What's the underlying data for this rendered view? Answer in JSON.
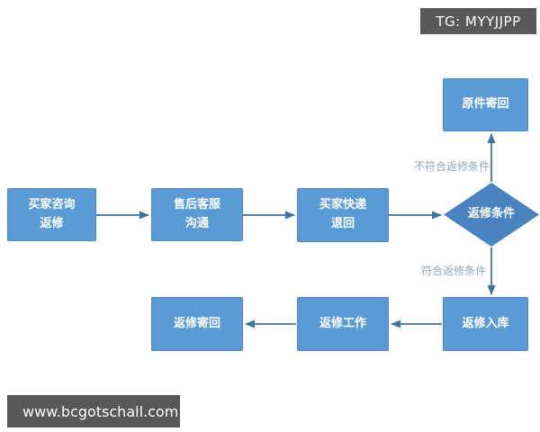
{
  "badges": {
    "telegram": "TG: MYYJJPP",
    "website": "www.bcgotschall.com"
  },
  "colors": {
    "process_fill": "#5B9BD5",
    "decision_fill": "#4A83C2",
    "arrow": "#41719C",
    "edge_label_text": "#8BA7BD",
    "node_text": "#FFFFFF",
    "badge_bg": "#58585A",
    "badge_text": "#FFFFFF"
  },
  "flowchart": {
    "nodes": [
      {
        "id": "buyer-inquiry",
        "type": "process",
        "label": "买家咨询\n返修"
      },
      {
        "id": "service-communication",
        "type": "process",
        "label": "售后客服\n沟通"
      },
      {
        "id": "express-return",
        "type": "process",
        "label": "买家快递\n退回"
      },
      {
        "id": "repair-condition",
        "type": "decision",
        "label": "返修条件"
      },
      {
        "id": "original-sendback",
        "type": "process",
        "label": "原件寄回"
      },
      {
        "id": "repair-inbound",
        "type": "process",
        "label": "返修入库"
      },
      {
        "id": "repair-work",
        "type": "process",
        "label": "返修工作"
      },
      {
        "id": "repair-sendback",
        "type": "process",
        "label": "返修寄回"
      }
    ],
    "edge_labels": {
      "not_qualified": "不符合返修条件",
      "qualified": "符合返修条件"
    }
  }
}
